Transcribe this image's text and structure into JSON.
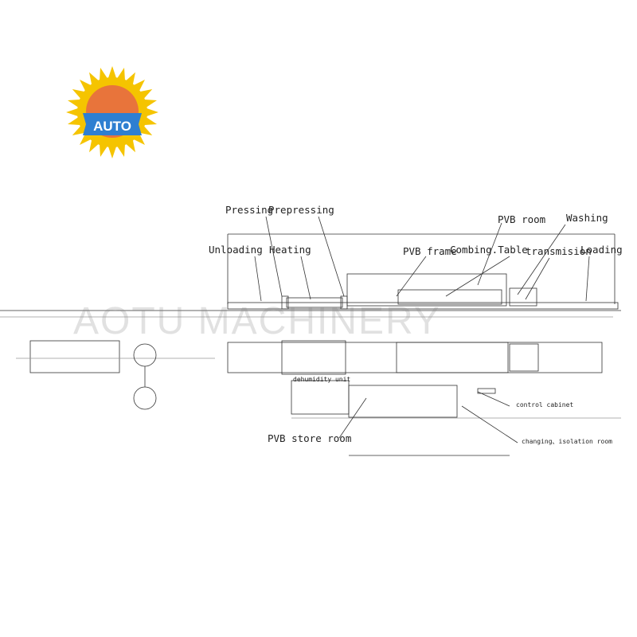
{
  "logo": {
    "text": "AUTO",
    "sun_color": "#F5C400",
    "disc_color": "#E8743B",
    "band_color": "#2E7FD1"
  },
  "watermark": "AOTU MACHINERY",
  "labels": {
    "pressing": "Pressing",
    "prepressing": "Prepressing",
    "pvb_room": "PVB room",
    "washing": "Washing",
    "unloading": "Unloading",
    "heating": "Heating",
    "pvb_frame": "PVB frame",
    "combing_table": "Combing.Table",
    "transmision": "transmision",
    "loading": "Loading",
    "dehumidity_unit": "dehumidity unit",
    "control_cabinet": "control cabinet",
    "pvb_store_room": "PVB store room",
    "changing_isolation_room": "changing、isolation room"
  }
}
